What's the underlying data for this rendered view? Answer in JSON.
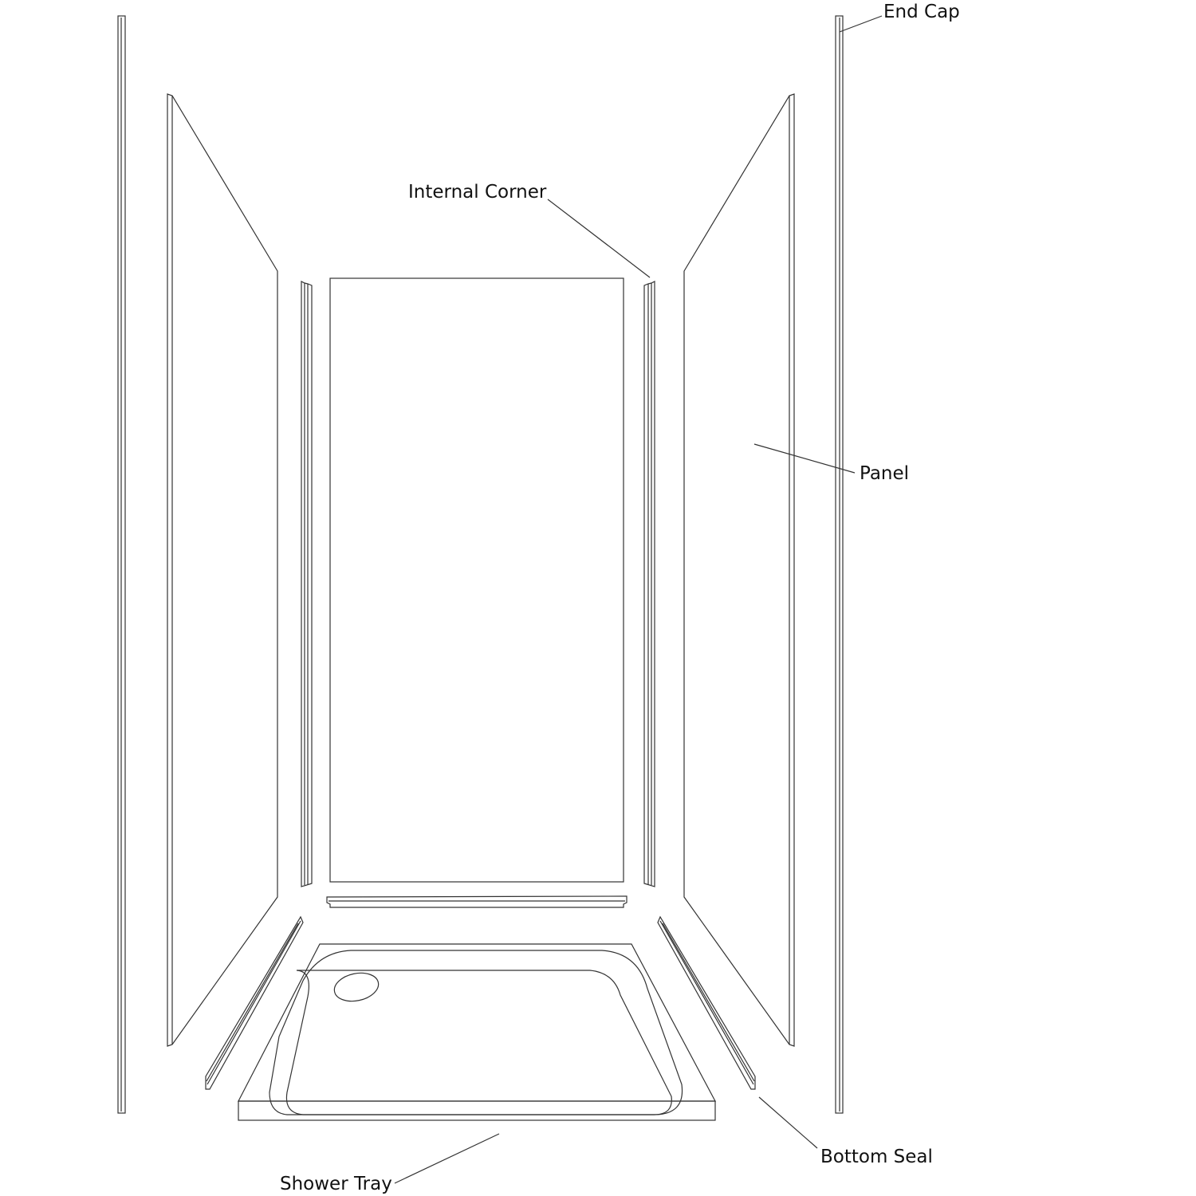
{
  "diagram": {
    "labels": {
      "end_cap": "End Cap",
      "internal_corner": "Internal Corner",
      "panel": "Panel",
      "bottom_seal": "Bottom Seal",
      "shower_tray": "Shower Tray"
    },
    "line_color": "#333333"
  }
}
